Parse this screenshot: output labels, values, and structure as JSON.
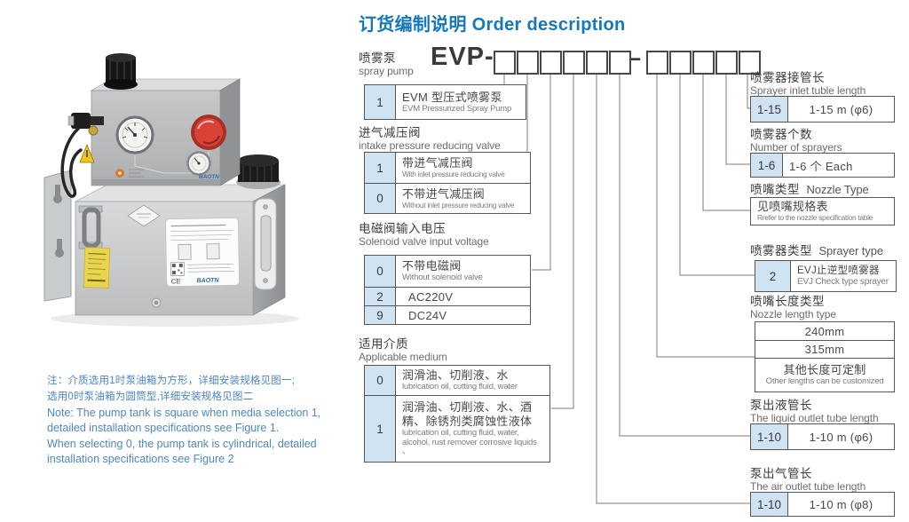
{
  "page": {
    "title": "订货编制说明 Order description"
  },
  "model": {
    "prefix": "EVP-",
    "separator": "–",
    "boxes_before_dash": 6,
    "boxes_after_dash": 5
  },
  "left_sections": [
    {
      "title_zh": "喷雾泵",
      "title_en": "spray pump",
      "rows": [
        {
          "code": "1",
          "zh": "EVM 型压式喷雾泵",
          "en": "EVM Pressurized Spray Pump"
        }
      ]
    },
    {
      "title_zh": "进气减压阀",
      "title_en": "intake pressure reducing valve",
      "rows": [
        {
          "code": "1",
          "zh": "带进气减压阀",
          "en": "With inlet pressure reducing valve"
        },
        {
          "code": "0",
          "zh": "不带进气减压阀",
          "en": "Without inlet pressure reducing valve"
        }
      ]
    },
    {
      "title_zh": "电磁阀输入电压",
      "title_en": "Solenoid valve input voltage",
      "rows": [
        {
          "code": "0",
          "zh": "不带电磁阀",
          "en": "Without solenoid valve"
        },
        {
          "code": "2",
          "zh": "AC220V"
        },
        {
          "code": "9",
          "zh": "DC24V"
        }
      ]
    },
    {
      "title_zh": "适用介质",
      "title_en": "Applicable medium",
      "rows": [
        {
          "code": "0",
          "zh": "润滑油、切削液、水",
          "en": "lubrication oil, cutting fluid, water"
        },
        {
          "code": "1",
          "zh": "润滑油、切削液、水、酒精、除锈剂类腐蚀性液体",
          "en": "lubrication oil, cutting fluid, water, alcohol, rust remover corrosive liquids 、"
        }
      ]
    }
  ],
  "right_sections": [
    {
      "title_zh": "喷雾器接管长",
      "title_en": "Sprayer inlet tuble length",
      "rows": [
        {
          "code": "1-15",
          "zh": "1-15 m (φ6)"
        }
      ]
    },
    {
      "title_zh": "喷雾器个数",
      "title_en": "Number of sprayers",
      "rows": [
        {
          "code": "1-6",
          "zh": "1-6 个 Each"
        }
      ]
    },
    {
      "title_zh": "喷嘴类型",
      "title_en": "Nozzle Type",
      "rows": [
        {
          "zh": "见喷嘴规格表",
          "en": "Rrefer to the nozzle specification table"
        }
      ]
    },
    {
      "title_zh": "喷雾器类型",
      "title_en": "Sprayer type",
      "rows": [
        {
          "code": "2",
          "zh": "EVJ止逆型喷雾器",
          "en": "EVJ Check type sprayer"
        }
      ]
    },
    {
      "title_zh": "喷嘴长度类型",
      "title_en": "Nozzle length type",
      "rows": [
        {
          "zh": "240mm"
        },
        {
          "zh": "315mm"
        },
        {
          "zh": "其他长度可定制",
          "en": "Other lengths can be customized"
        }
      ]
    },
    {
      "title_zh": "泵出液管长",
      "title_en": "The liquid outlet tube length",
      "rows": [
        {
          "code": "1-10",
          "zh": "1-10 m (φ6)"
        }
      ]
    },
    {
      "title_zh": "泵出气管长",
      "title_en": "The air outlet tube length",
      "rows": [
        {
          "code": "1-10",
          "zh": "1-10 m (φ8)"
        }
      ]
    }
  ],
  "note": {
    "zh1": "注：介质选用1时泵油箱为方形，详细安装规格见图一;",
    "zh2": "选用0时泵油箱为圆筒型,详细安装规格见图二",
    "en1": "Note: The pump tank is square when media selection 1,",
    "en2": "detailed installation specifications see Figure 1.",
    "en3": "When selecting 0, the pump tank is cylindrical, detailed",
    "en4": " installation specifications see Figure 2"
  },
  "product": {
    "brand": "BAOTN",
    "ce_mark": "CE"
  },
  "colors": {
    "title_blue": "#1478bc",
    "note_blue": "#4d87c6",
    "code_cell_bg": "#cfe3f2",
    "table_border": "#565656",
    "estop_red": "#cc3a2d",
    "label_yellow": "#e8d44d"
  }
}
